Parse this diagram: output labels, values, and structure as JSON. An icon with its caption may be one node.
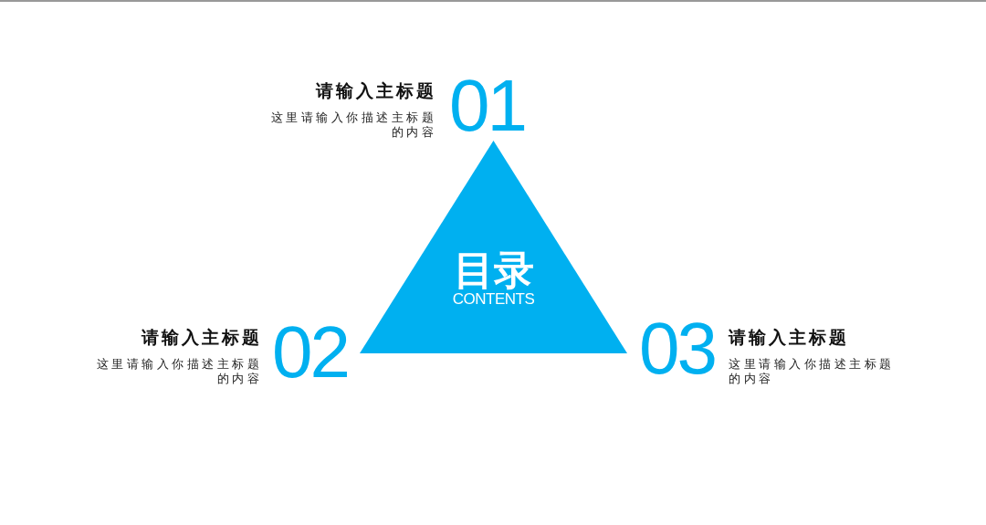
{
  "diagram": {
    "nodes": [
      {
        "text": [
          "目录",
          "CONTENTS"
        ]
      }
    ],
    "edges": [],
    "labels": [
      "请输入主标题",
      "01",
      "这里请输入你描述主标题的内容",
      "请输入主标题",
      "02",
      "这里请输入你描述主标题的内容",
      "03",
      "请输入主标题",
      "这里请输入你描述主标题的内容"
    ]
  }
}
